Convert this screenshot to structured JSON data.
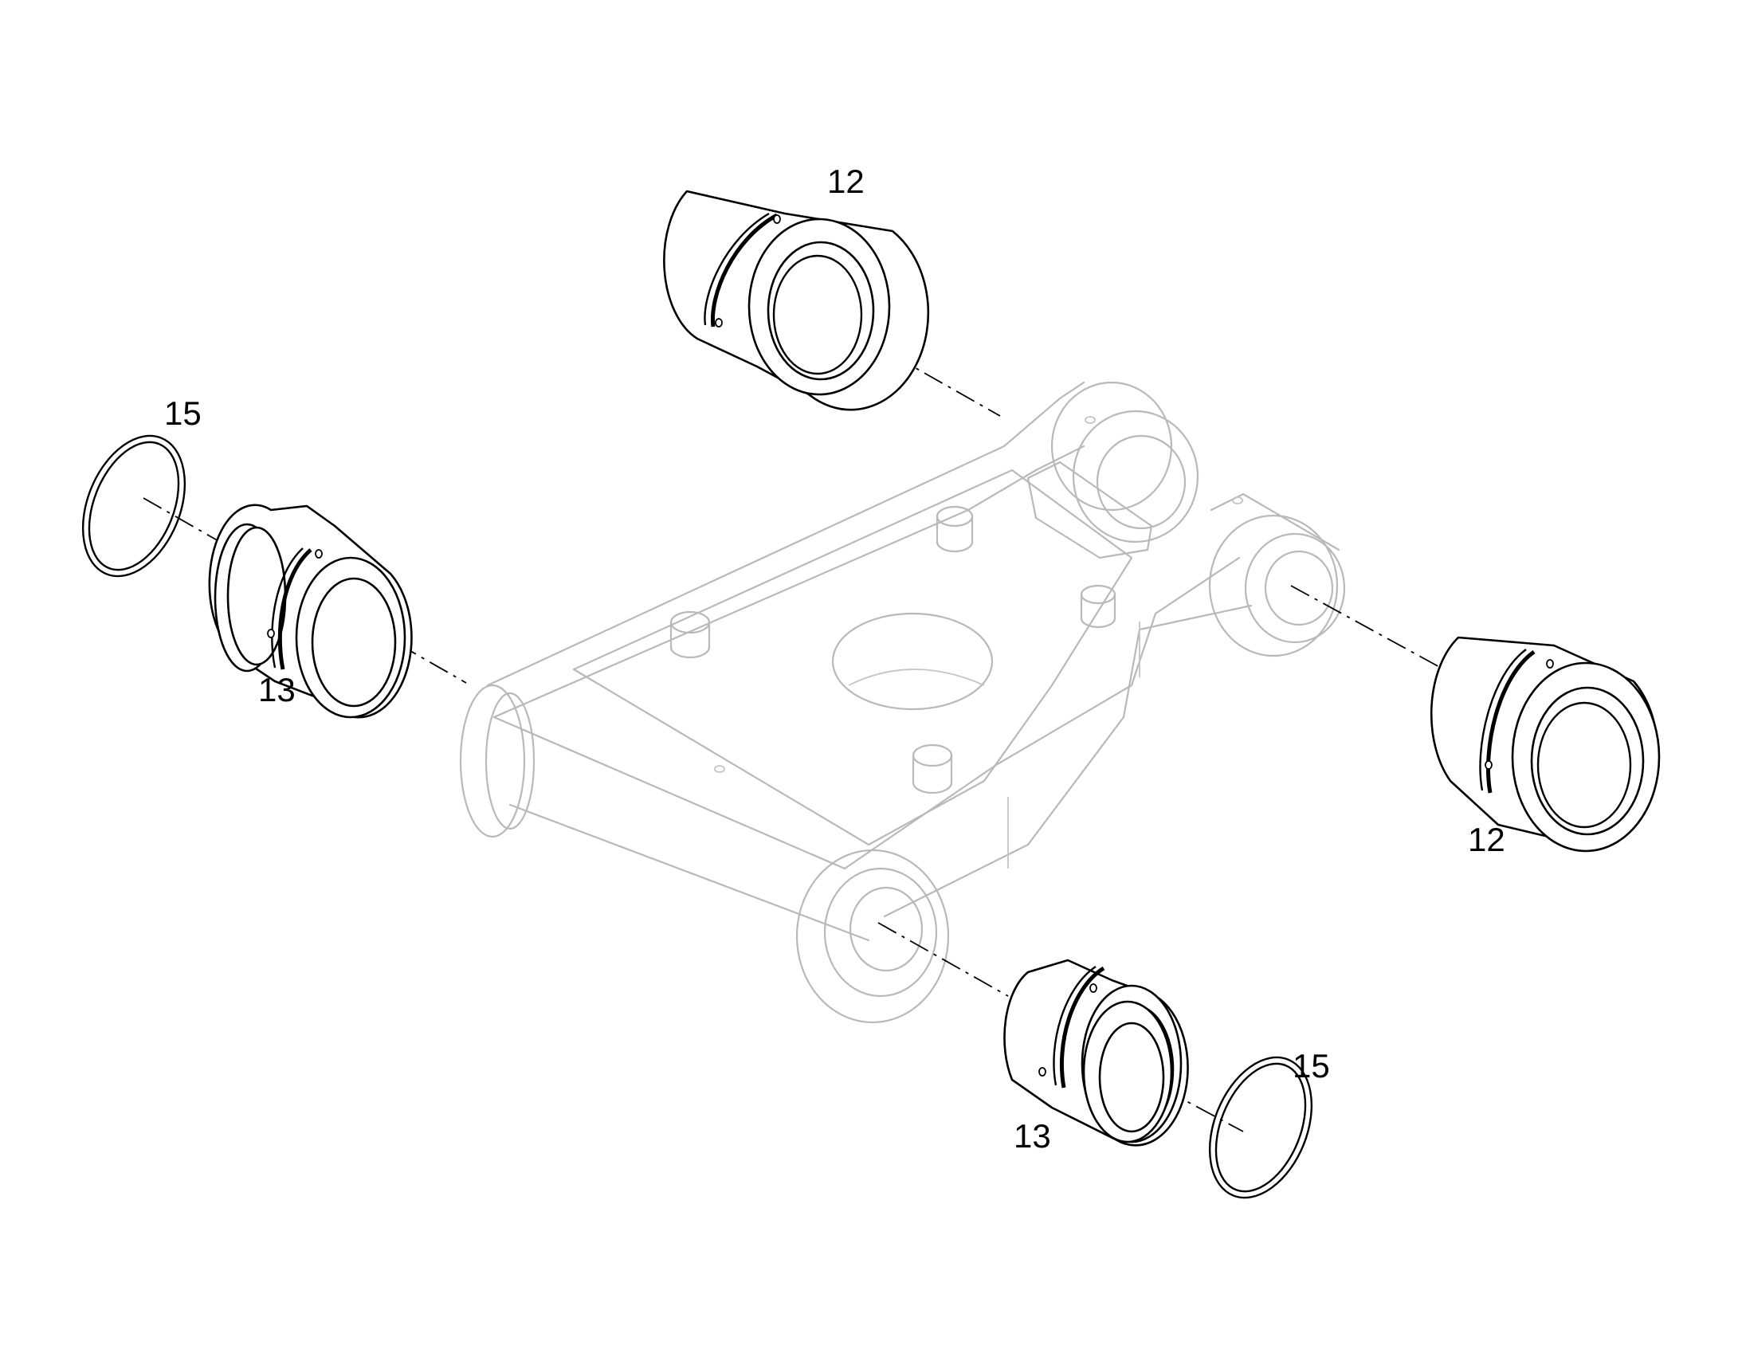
{
  "callouts": {
    "bushing_top": "12",
    "bushing_right": "12",
    "bushing_left": "13",
    "bushing_bottom": "13",
    "ring_left": "15",
    "ring_bottom": "15"
  },
  "colors": {
    "line": "#000000",
    "ghost_line": "#b9b9b9",
    "background": "#ffffff"
  }
}
